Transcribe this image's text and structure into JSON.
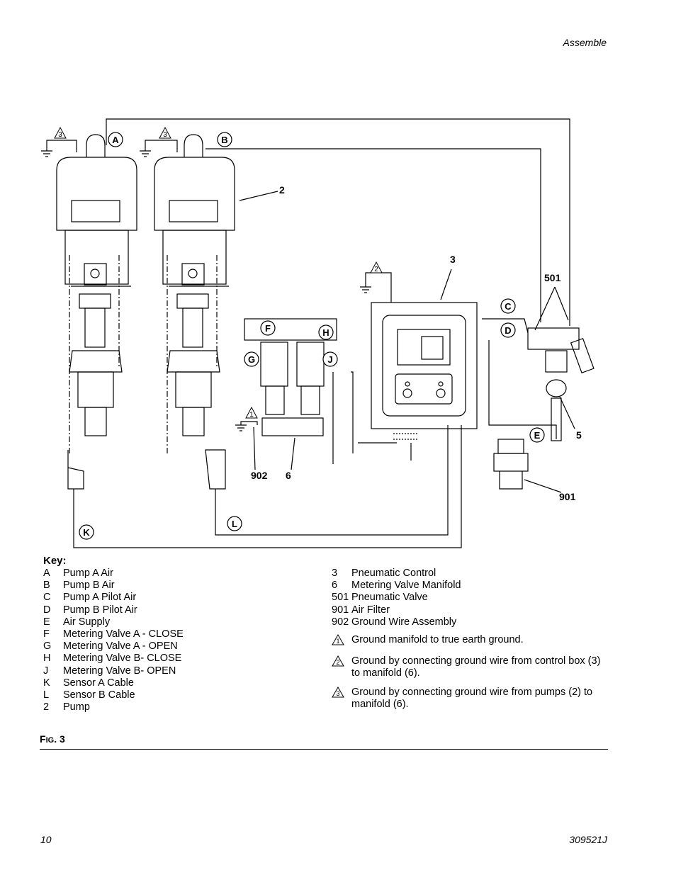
{
  "header": {
    "section": "Assemble"
  },
  "diagram": {
    "letters": {
      "A": "A",
      "B": "B",
      "C": "C",
      "D": "D",
      "E": "E",
      "F": "F",
      "G": "G",
      "H": "H",
      "J": "J",
      "K": "K",
      "L": "L"
    },
    "numbers": {
      "pump": "2",
      "control": "3",
      "valve_501": "501",
      "valve_5": "5",
      "manifold": "6",
      "ground": "902",
      "filter": "901"
    },
    "warnings": {
      "w1": "1",
      "w2": "2",
      "w3a": "3",
      "w3b": "3"
    }
  },
  "key": {
    "title": "Key:",
    "left": [
      {
        "code": "A",
        "label": "Pump A Air"
      },
      {
        "code": "B",
        "label": "Pump B Air"
      },
      {
        "code": "C",
        "label": "Pump A Pilot Air"
      },
      {
        "code": "D",
        "label": "Pump B Pilot Air"
      },
      {
        "code": "E",
        "label": "Air Supply"
      },
      {
        "code": "F",
        "label": "Metering Valve A - CLOSE"
      },
      {
        "code": "G",
        "label": "Metering Valve A - OPEN"
      },
      {
        "code": "H",
        "label": "Metering Valve B- CLOSE"
      },
      {
        "code": "J",
        "label": "Metering Valve B- OPEN"
      },
      {
        "code": "K",
        "label": "Sensor A Cable"
      },
      {
        "code": "L",
        "label": "Sensor B Cable"
      },
      {
        "code": "2",
        "label": "Pump"
      }
    ],
    "right": [
      {
        "code": "3",
        "label": "Pneumatic Control"
      },
      {
        "code": "6",
        "label": "Metering Valve Manifold"
      },
      {
        "code": "501",
        "label": "Pneumatic Valve"
      },
      {
        "code": "901",
        "label": "Air Filter"
      },
      {
        "code": "902",
        "label": "Ground Wire Assembly"
      }
    ],
    "notes": [
      {
        "num": "1",
        "text": "Ground manifold to true earth ground."
      },
      {
        "num": "2",
        "text": "Ground by connecting ground wire from control box (3) to manifold (6)."
      },
      {
        "num": "3",
        "text": "Ground by connecting ground wire from pumps (2) to manifold (6)."
      }
    ]
  },
  "figure": {
    "prefix": "F",
    "small": "IG",
    "number": ". 3"
  },
  "footer": {
    "page": "10",
    "doc": "309521J"
  }
}
